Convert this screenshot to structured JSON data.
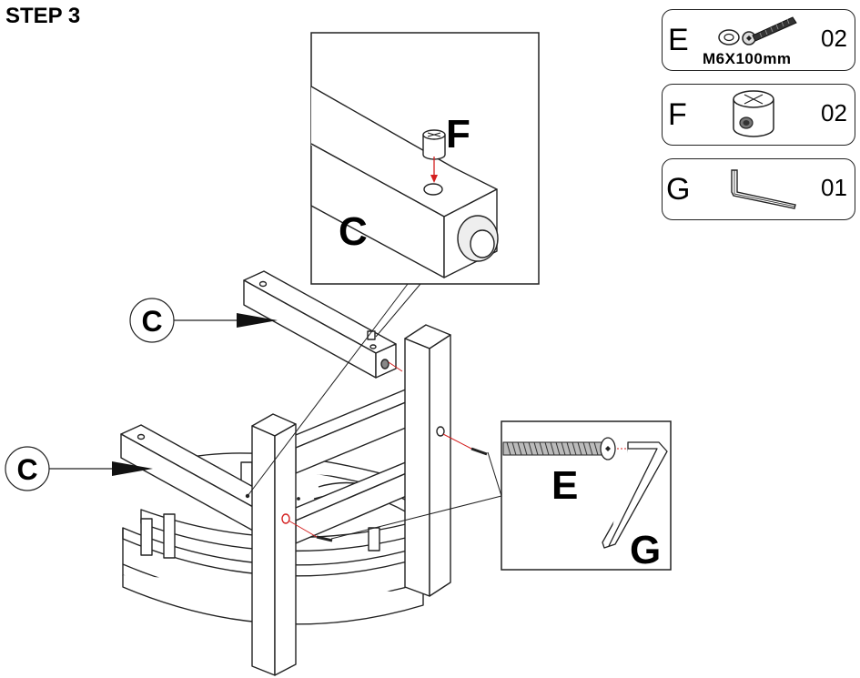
{
  "page": {
    "step_title": "STEP 3"
  },
  "parts": [
    {
      "letter": "E",
      "qty": "02",
      "spec": "M6X100mm",
      "icon": "bolt-and-washer-icon"
    },
    {
      "letter": "F",
      "qty": "02",
      "spec": "",
      "icon": "barrel-nut-icon"
    },
    {
      "letter": "G",
      "qty": "01",
      "spec": "",
      "icon": "allen-key-icon"
    }
  ],
  "callouts": {
    "top_detail_part": "F",
    "top_detail_rail": "C",
    "side_detail_bolt": "E",
    "side_detail_key": "G",
    "rail_upper": "C",
    "rail_lower": "C"
  },
  "colors": {
    "line": "#222222",
    "arrow_red": "#d42020",
    "fill": "#ffffff"
  }
}
